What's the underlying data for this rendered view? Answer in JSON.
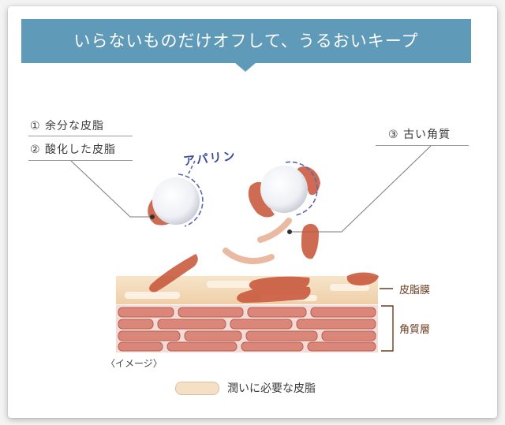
{
  "banner": {
    "title": "いらないものだけオフして、うるおいキープ"
  },
  "callouts": {
    "excess_sebum": "① 余分な皮脂",
    "oxidized_sebum": "② 酸化した皮脂",
    "old_keratin": "③ 古い角質"
  },
  "apalin_label": "アパリン",
  "layers": {
    "sebum_film": "皮脂膜",
    "stratum_corneum": "角質層"
  },
  "image_note": "〈イメージ〉",
  "legend": {
    "label": "潤いに必要な皮脂"
  },
  "colors": {
    "banner": "#5f9ab8",
    "sebum_dirt": "#c8573c",
    "sebum_film": "#f3d7b4",
    "keratin": "#d9897e",
    "apalin_outline": "#5a67b3"
  }
}
